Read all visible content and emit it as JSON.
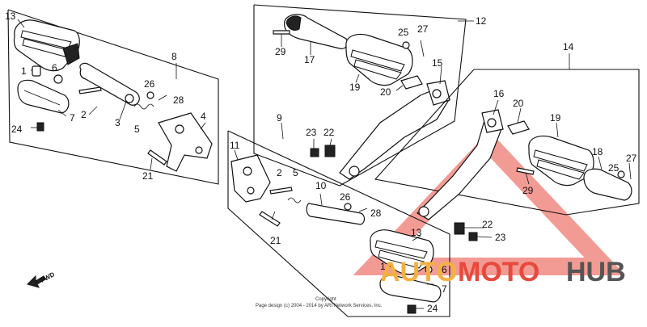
{
  "labels": {
    "l13a": "13",
    "l1a": "1",
    "l6a": "6",
    "l2a": "2",
    "l7a": "7",
    "l24a": "24",
    "l3": "3",
    "l26a": "26",
    "l28a": "28",
    "l5a": "5",
    "l8": "8",
    "l4": "4",
    "l21a": "21",
    "l29a": "29",
    "l17": "17",
    "l25a": "25",
    "l27a": "27",
    "l12": "12",
    "l19a": "19",
    "l15": "15",
    "l20a": "20",
    "l9": "9",
    "l23a": "23",
    "l22a": "22",
    "l11": "11",
    "l2b": "2",
    "l5b": "5",
    "l10": "10",
    "l26b": "26",
    "l28b": "28",
    "l21b": "21",
    "l13b": "13",
    "l1b": "1",
    "l6b": "6",
    "l7b": "7",
    "l24b": "24",
    "l22b": "22",
    "l23b": "23",
    "l14": "14",
    "l16": "16",
    "l20b": "20",
    "l19b": "19",
    "l18": "18",
    "l27b": "27",
    "l25b": "25",
    "l29b": "29"
  },
  "fwd_label": "FWD",
  "copyright": {
    "line1": "Copyright",
    "line2": "Page design (c) 2004 - 2014 by ARI Network Services, Inc."
  },
  "watermark": {
    "part1": "AUTO",
    "part2": "MOTO",
    "part3": "HUB"
  },
  "colors": {
    "watermark_red": "#e8493c",
    "watermark_orange": "#f5b041",
    "watermark_gray": "#555555"
  }
}
